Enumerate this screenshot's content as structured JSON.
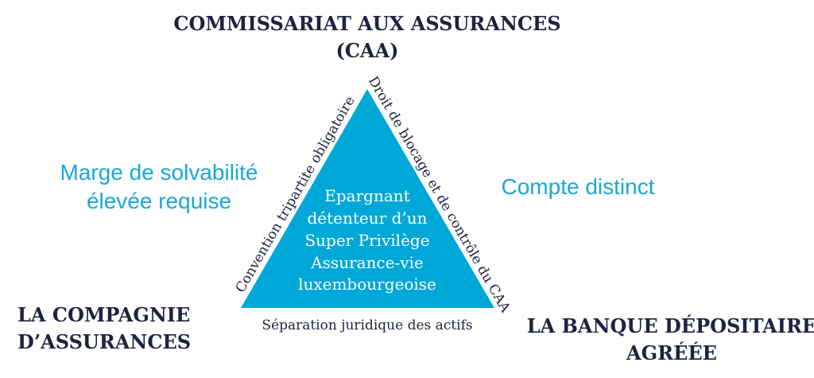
{
  "colors": {
    "triangle": "#00a8d8",
    "accent_text": "#1aa7d9",
    "dark_text": "#1e2340"
  },
  "top": {
    "line1": "COMMISSARIAT AUX ASSURANCES",
    "line2": "(CAA)"
  },
  "left_note": {
    "line1": "Marge de solvabilité",
    "line2": "élevée requise"
  },
  "right_note": {
    "line1": "Compte distinct"
  },
  "bottom_left": {
    "line1": "LA COMPAGNIE",
    "line2": "D’ASSURANCES"
  },
  "bottom_right": {
    "line1": "LA BANQUE DÉPOSITAIRE",
    "line2": "AGRÉÉE"
  },
  "center": {
    "lines": [
      "Epargnant",
      "détenteur d’un",
      "Super Privilège",
      "Assurance-vie",
      "luxembourgeoise"
    ]
  },
  "edges": {
    "left": "Convention tripartite obligatoire",
    "right": "Droit de blocage et de contrôle du CAA",
    "bottom": "Séparation juridique des actifs"
  }
}
